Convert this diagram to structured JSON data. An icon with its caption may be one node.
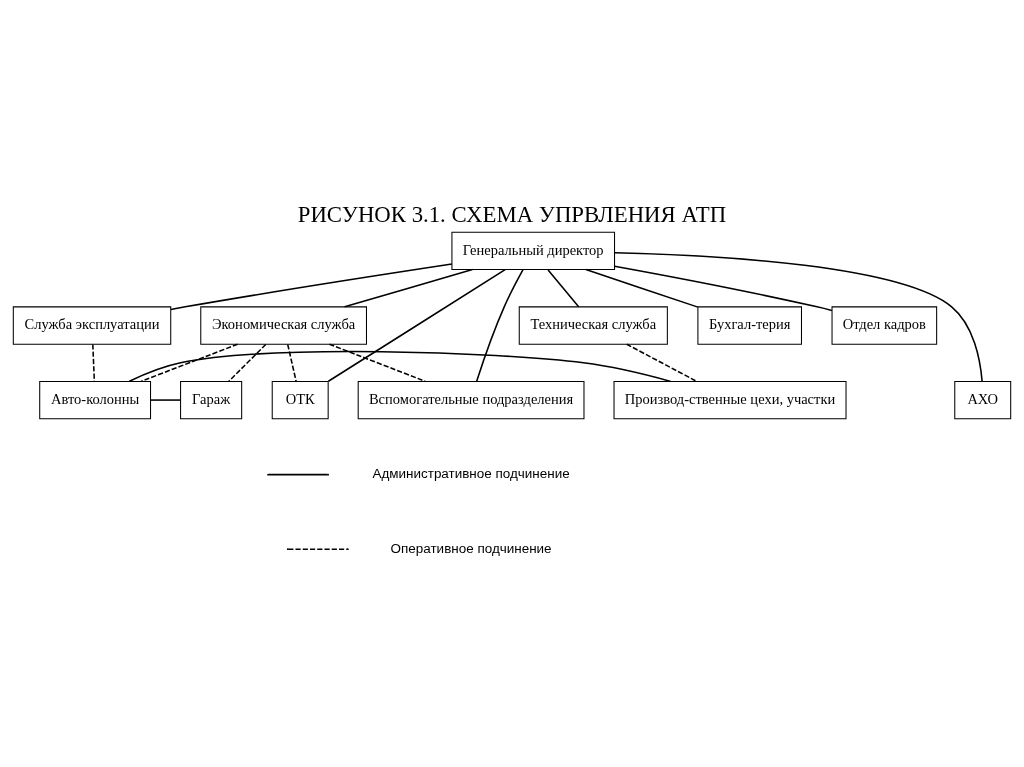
{
  "diagram": {
    "title": "РИСУНОК 3.1. СХЕМА УПРВЛЕНИЯ АТП",
    "nodes": [
      {
        "text": [
          "Генеральный директор"
        ]
      },
      {
        "text": [
          "Служба эксплуатации"
        ]
      },
      {
        "text": [
          "Техническая служба"
        ]
      },
      {
        "text": [
          "Экономическая служба"
        ]
      },
      {
        "text": [
          "Бухгал-терия"
        ]
      },
      {
        "text": [
          "Отдел кадров"
        ]
      },
      {
        "text": [
          "Авто-колонны"
        ]
      },
      {
        "text": [
          "Производ-ственные цехи, участки"
        ]
      },
      {
        "text": [
          "Гараж"
        ]
      },
      {
        "text": [
          "АХО"
        ]
      },
      {
        "text": [
          "ОТК"
        ]
      },
      {
        "text": [
          "Вспомогательные подразделения"
        ]
      }
    ],
    "edges": [
      {
        "from": 0,
        "to": 1,
        "arrow": "none"
      },
      {
        "from": 0,
        "to": 2,
        "arrow": "none"
      },
      {
        "from": 0,
        "to": 3,
        "arrow": "none"
      },
      {
        "from": 0,
        "to": 10,
        "arrow": "none"
      },
      {
        "from": 0,
        "to": 11,
        "arrow": "none"
      },
      {
        "from": 0,
        "to": 4,
        "arrow": "none"
      },
      {
        "from": 0,
        "to": 5,
        "arrow": "none"
      },
      {
        "from": 0,
        "to": 9,
        "arrow": "none"
      },
      {
        "from": 1,
        "to": 6,
        "arrow": "none",
        "style": "dashed"
      },
      {
        "from": 2,
        "to": 7,
        "arrow": "none",
        "style": "dashed"
      },
      {
        "from": 3,
        "to": 8,
        "arrow": "none",
        "style": "dashed"
      },
      {
        "from": 3,
        "to": 6,
        "arrow": "none",
        "style": "dashed"
      },
      {
        "from": 3,
        "to": 10,
        "arrow": "none",
        "style": "dashed"
      },
      {
        "from": 3,
        "to": 11,
        "arrow": "none",
        "style": "dashed"
      },
      {
        "from": 6,
        "to": 7,
        "arrow": "none"
      },
      {
        "from": 6,
        "to": 8,
        "arrow": "none"
      }
    ],
    "legend": [
      {
        "text": "Административное подчинение"
      },
      {
        "text": "Оперативное подчинение"
      }
    ]
  }
}
